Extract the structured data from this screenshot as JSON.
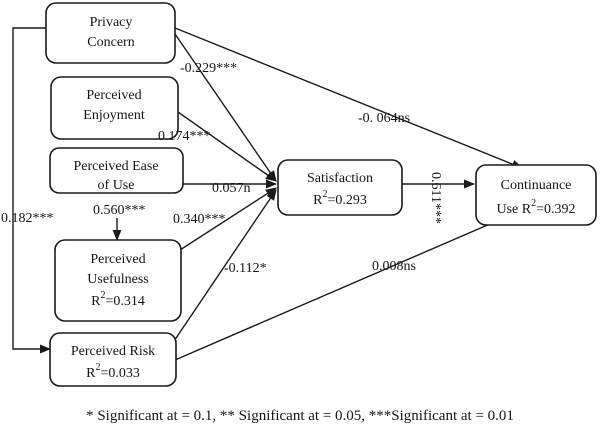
{
  "nodes": {
    "privacy": {
      "lines": [
        "Privacy",
        "Concern"
      ]
    },
    "enjoy": {
      "lines": [
        "Perceived",
        "Enjoyment"
      ]
    },
    "ease": {
      "lines": [
        "Perceived Ease",
        "of Use"
      ]
    },
    "useful": {
      "lines": [
        "Perceived",
        "Usefulness"
      ],
      "r2_label": "R",
      "r2_sup": "2",
      "r2_value": "=0.314"
    },
    "risk": {
      "lines": [
        "Perceived Risk"
      ],
      "r2_label": "R",
      "r2_sup": "2",
      "r2_value": "=0.033"
    },
    "satisfaction": {
      "lines": [
        "Satisfaction"
      ],
      "r2_label": "R",
      "r2_sup": "2",
      "r2_value": "=0.293"
    },
    "continuance": {
      "lines": [
        "Continuance"
      ],
      "r2_prefix": "Use R",
      "r2_sup": "2",
      "r2_value": "=0.392"
    }
  },
  "paths": {
    "privacy_to_satisfaction": "-0.229***",
    "privacy_to_continuance": "-0. 064ns",
    "enjoy_to_satisfaction": "0.174***",
    "ease_to_satisfaction": "0.057n",
    "ease_to_useful": "0.560***",
    "useful_to_satisfaction": "0.340***",
    "risk_to_satisfaction": "-0.112*",
    "risk_to_continuance": "0.008ns",
    "satisfaction_to_continuance": "0.611***",
    "privacy_to_risk": "0.182***"
  },
  "footnote": "* Significant at = 0.1, ** Significant at = 0.05, ***Significant at = 0.01"
}
